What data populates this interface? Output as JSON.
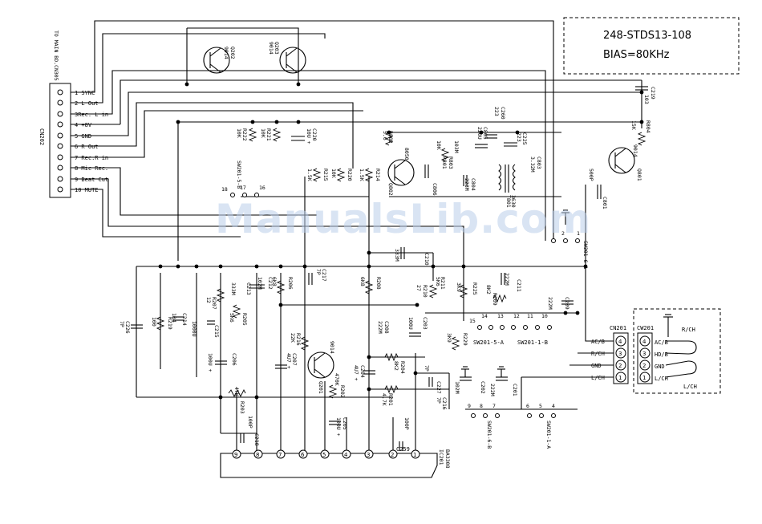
{
  "title_box": {
    "line1": "248-STDS13-108",
    "line2": "BIAS=80KHz"
  },
  "cn202": {
    "name": "CN202",
    "header": "TO MAIN BD.CN305",
    "pins": [
      "1 SYNC",
      "2 L Out",
      "3Rec. L in",
      "4  +8V",
      "5  GND",
      "6 R Out",
      "7 Rec.R in",
      "8 Mic Rec.",
      "9 Beat Cut",
      "10 MUTE"
    ]
  },
  "transistors": {
    "q202": {
      "label": "Q202",
      "type": "9014"
    },
    "q203": {
      "label": "Q203",
      "type": "9014"
    },
    "q801": {
      "label": "Q801",
      "type": "9014"
    },
    "q802": {
      "label": "Q802",
      "type": "8050"
    },
    "q201": {
      "label": "Q201",
      "type": "9014"
    }
  },
  "ic": {
    "name": "BA3308",
    "ref": "IC201",
    "pins": [
      "9",
      "8",
      "7",
      "6",
      "5",
      "4",
      "3",
      "2",
      "1"
    ]
  },
  "cn201": {
    "name": "CN201",
    "pins": [
      {
        "num": "4",
        "label": "AC/B"
      },
      {
        "num": "3",
        "label": "R/CH"
      },
      {
        "num": "2",
        "label": "GND"
      },
      {
        "num": "1",
        "label": "L/CH"
      }
    ]
  },
  "cw201": {
    "name": "CW201",
    "pins": [
      {
        "num": "4",
        "label": "AC/B"
      },
      {
        "num": "3",
        "label": "HD/B"
      },
      {
        "num": "2",
        "label": "GND"
      },
      {
        "num": "1",
        "label": "L/CH"
      }
    ],
    "rch": "R/CH",
    "lch": "L/CH"
  },
  "components": {
    "c219": [
      "C219",
      "103"
    ],
    "r804": [
      "R804",
      "15K"
    ],
    "c220": [
      "C220",
      "10U +"
    ],
    "r222": [
      "R222",
      "10K"
    ],
    "r221": [
      "R221",
      "10K"
    ],
    "c260": [
      "C260",
      "223"
    ],
    "c225": [
      "C225",
      "223"
    ],
    "c805": [
      "C805",
      "220U"
    ],
    "r802": [
      "R802",
      "5.6"
    ],
    "r801": [
      "R801",
      "10K"
    ],
    "r803": [
      "R803",
      "103M"
    ],
    "c806": [
      "C806",
      ""
    ],
    "c804": [
      "C804",
      "223M"
    ],
    "c803": [
      "C803",
      "3.32M"
    ],
    "t801": [
      "T801",
      "3630"
    ],
    "c801": [
      "C801",
      "500P"
    ],
    "r215": [
      "R215",
      "1.5K"
    ],
    "r220": [
      "R220",
      "10K"
    ],
    "r214": [
      "R214",
      "1.5K"
    ],
    "sw2015b": [
      "SW201-5-B",
      ""
    ],
    "c210": [
      "C210",
      "333M"
    ],
    "r206": [
      "R206",
      "6K8"
    ],
    "c217": [
      "C217",
      "7P"
    ],
    "c213": [
      "C213",
      "333M"
    ],
    "c212": [
      "C212",
      "102M"
    ],
    "r208": [
      "R208",
      "6K8"
    ],
    "r211": [
      "R211",
      "5K6"
    ],
    "r210": [
      "R210",
      "27"
    ],
    "r225": [
      "R225",
      "3K9"
    ],
    "c211": [
      "C211",
      "222M"
    ],
    "r209": [
      "R209",
      "8K2"
    ],
    "c209": [
      "C209",
      "222M"
    ],
    "r207": [
      "R207",
      "12"
    ],
    "r205": [
      "R205",
      "5K6"
    ],
    "c215": [
      "C215",
      "1000U"
    ],
    "c214": [
      "C214",
      "104"
    ],
    "r219": [
      "R219",
      "100"
    ],
    "c226": [
      "C226",
      "7P"
    ],
    "c206": [
      "C206",
      "100U +"
    ],
    "r216": [
      "R216",
      "22K"
    ],
    "c207": [
      "C207",
      "4U7 +"
    ],
    "c204": [
      "C204",
      "4U7 +"
    ],
    "c208": [
      "C208",
      "222M"
    ],
    "c203": [
      "C203",
      "100U"
    ],
    "r229": [
      "R229",
      "3K9"
    ],
    "r204": [
      "R204",
      "8K2"
    ],
    "r201": [
      "R201",
      "4.7K"
    ],
    "c227": [
      "C227",
      "7P"
    ],
    "c202": [
      "C202",
      "102M"
    ],
    "c201": [
      "C201",
      "222M"
    ],
    "c216": [
      "C216",
      "7P"
    ],
    "r203": [
      "R203",
      "47K"
    ],
    "c218": [
      "C218",
      "100P"
    ],
    "r202": [
      "R202",
      "470K"
    ],
    "c205": [
      "C205",
      "100U +"
    ],
    "c259": [
      "C259",
      "100P"
    ]
  },
  "switches": {
    "sw2015a": "SW201-5-A",
    "sw2011b": "SW201-1-B",
    "sw2016a": "SW201-6-A",
    "sw2016b": "SW201-6-B",
    "sw2011a": "SW201-1-A"
  },
  "watermark": "ManualsLib.com"
}
